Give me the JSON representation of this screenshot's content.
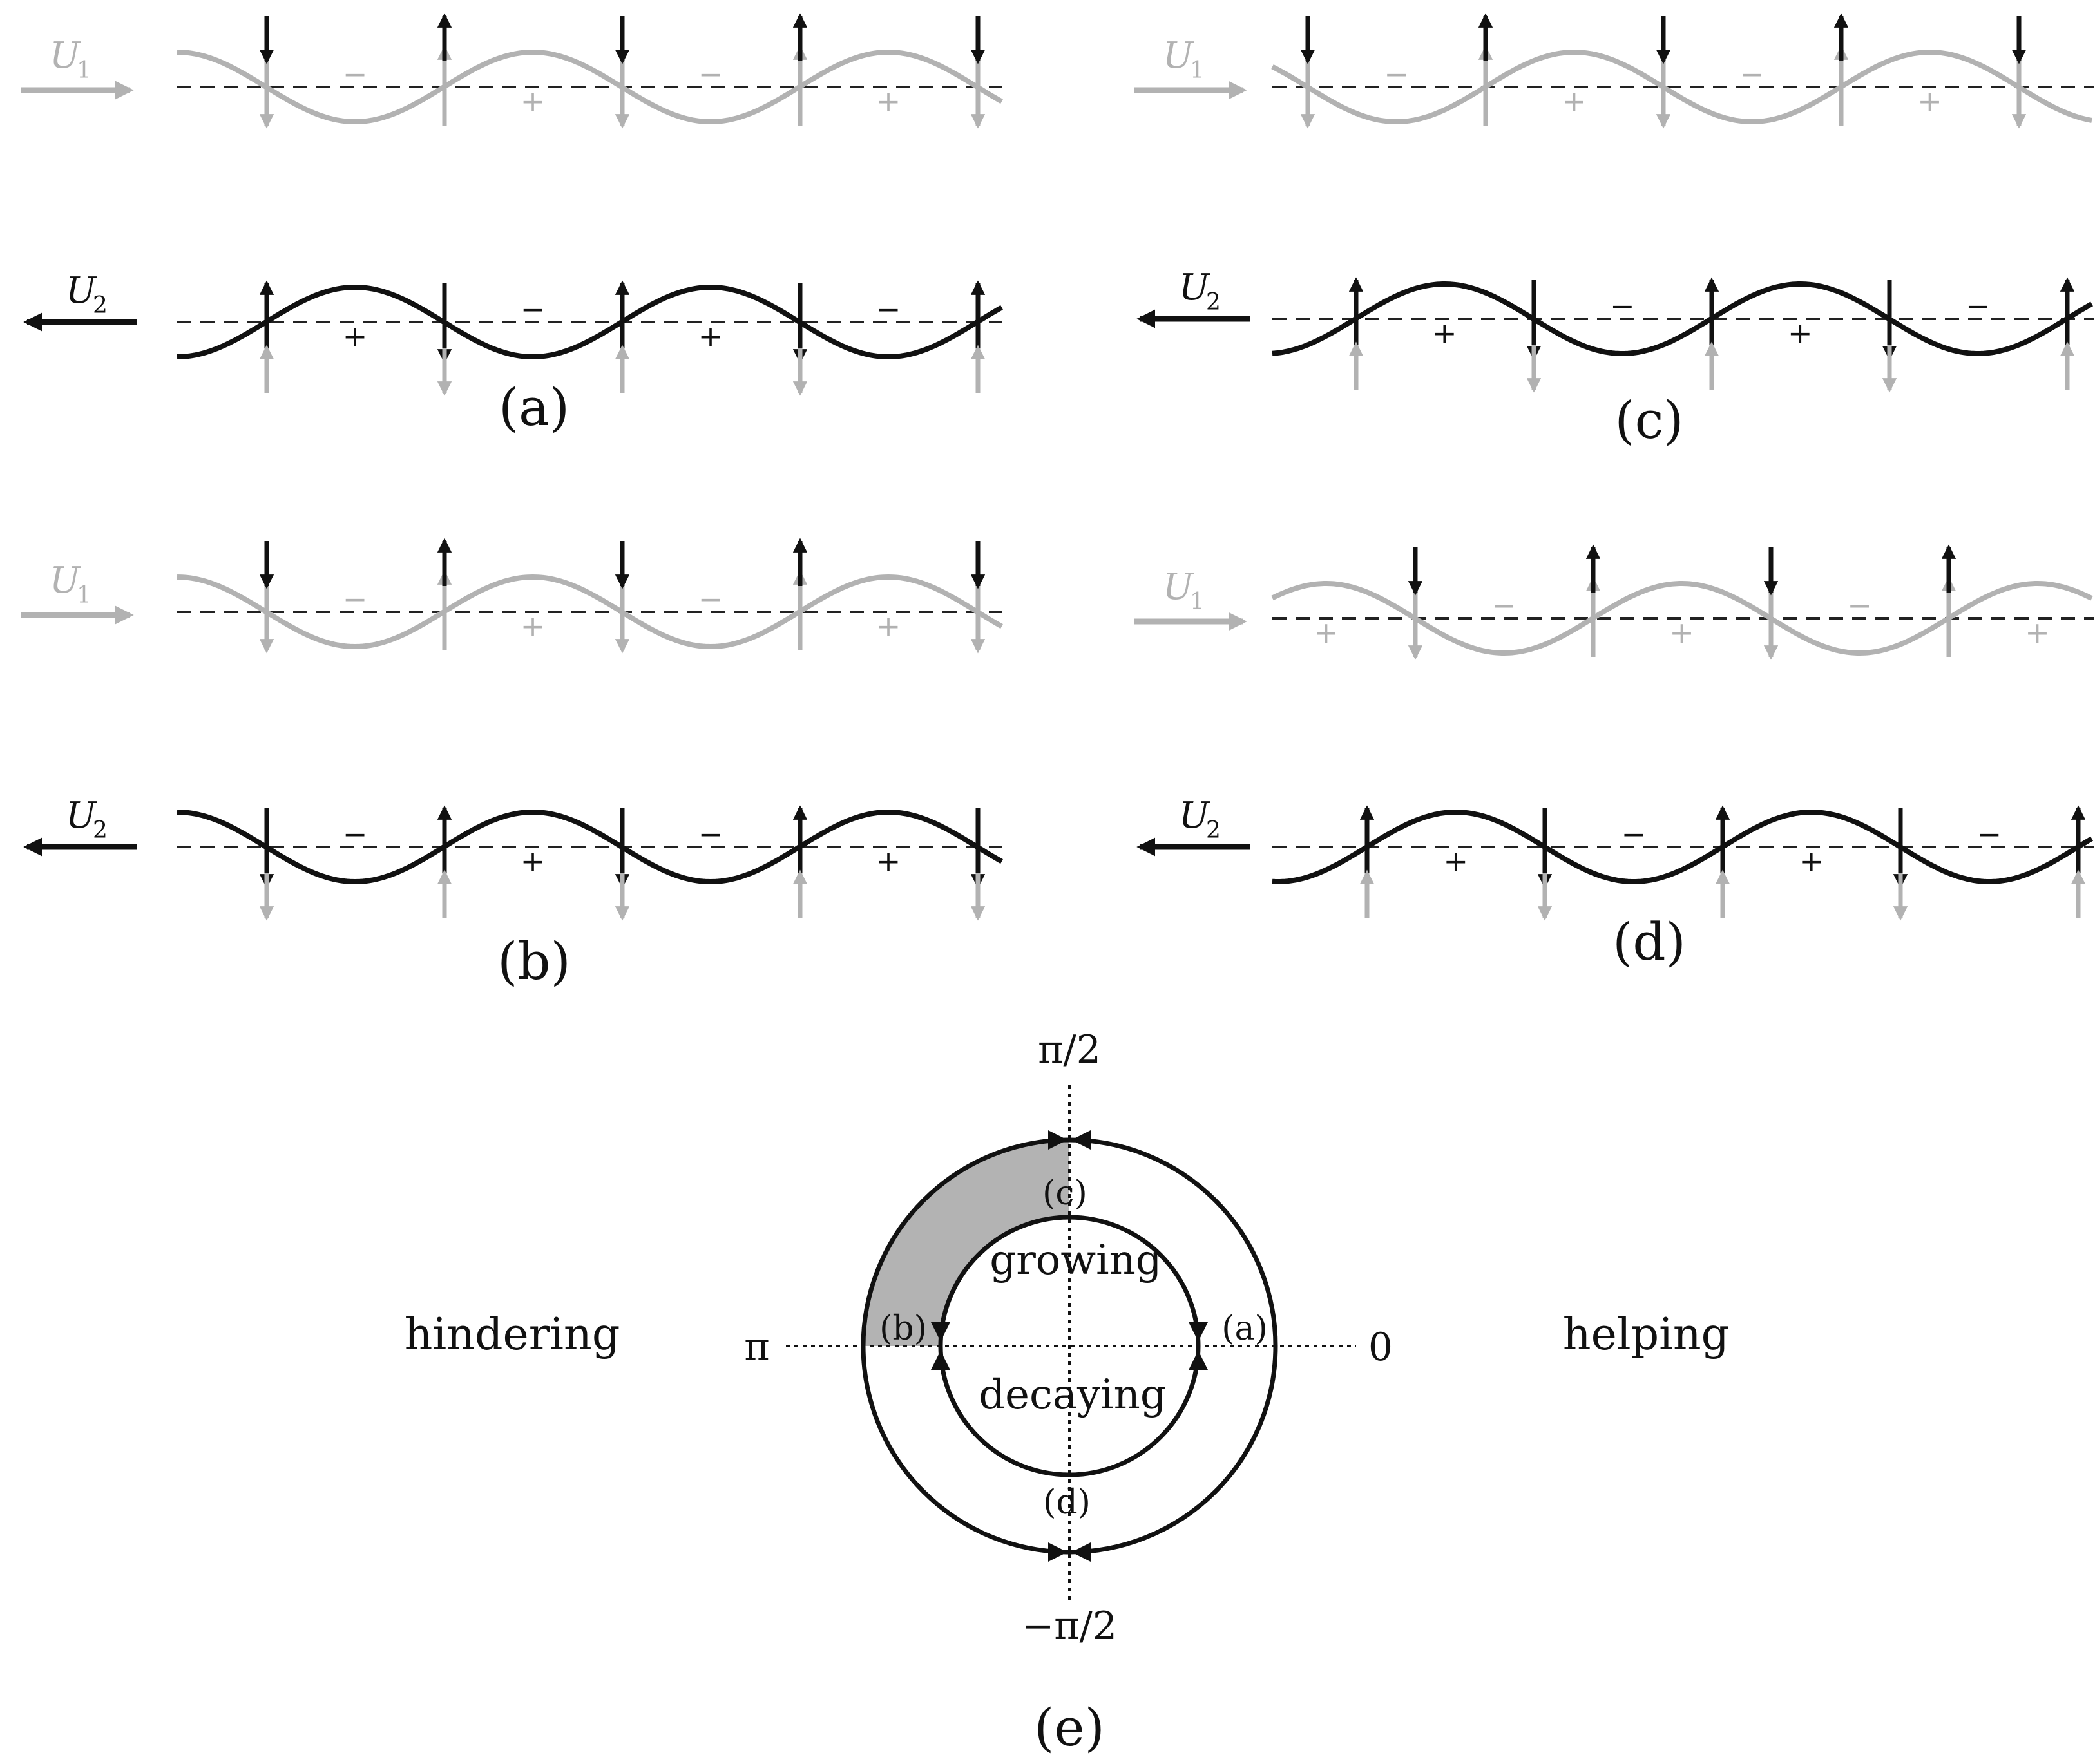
{
  "colors": {
    "black": "#111111",
    "grey": "#b2b2b2",
    "shade": "#b3b3b3",
    "dash": "#222222"
  },
  "panels": [
    {
      "id": "a",
      "label": "(a)",
      "u1": {
        "symbol": "U",
        "sub": "1"
      },
      "u2": {
        "symbol": "U",
        "sub": "2"
      },
      "upper": {
        "plus": "+",
        "minus": "−"
      },
      "lower": {
        "plus": "+",
        "minus": "−"
      }
    },
    {
      "id": "b",
      "label": "(b)",
      "u1": {
        "symbol": "U",
        "sub": "1"
      },
      "u2": {
        "symbol": "U",
        "sub": "2"
      },
      "upper": {
        "plus": "+",
        "minus": "−"
      },
      "lower": {
        "plus": "+",
        "minus": "−"
      }
    },
    {
      "id": "c",
      "label": "(c)",
      "u1": {
        "symbol": "U",
        "sub": "1"
      },
      "u2": {
        "symbol": "U",
        "sub": "2"
      },
      "upper": {
        "plus": "+",
        "minus": "−"
      },
      "lower": {
        "plus": "+",
        "minus": "−"
      }
    },
    {
      "id": "d",
      "label": "(d)",
      "u1": {
        "symbol": "U",
        "sub": "1"
      },
      "u2": {
        "symbol": "U",
        "sub": "2"
      },
      "upper": {
        "plus": "+",
        "minus": "−"
      },
      "lower": {
        "plus": "+",
        "minus": "−"
      }
    }
  ],
  "phase_diagram": {
    "label": "(e)",
    "axis_top": "π/2",
    "axis_bottom": "−π/2",
    "axis_left": "π",
    "axis_right": "0",
    "side_left": "hindering",
    "side_right": "helping",
    "inner_top": "growing",
    "inner_bottom": "decaying",
    "mark_a": "(a)",
    "mark_b": "(b)",
    "mark_c": "(c)",
    "mark_d": "(d)"
  }
}
